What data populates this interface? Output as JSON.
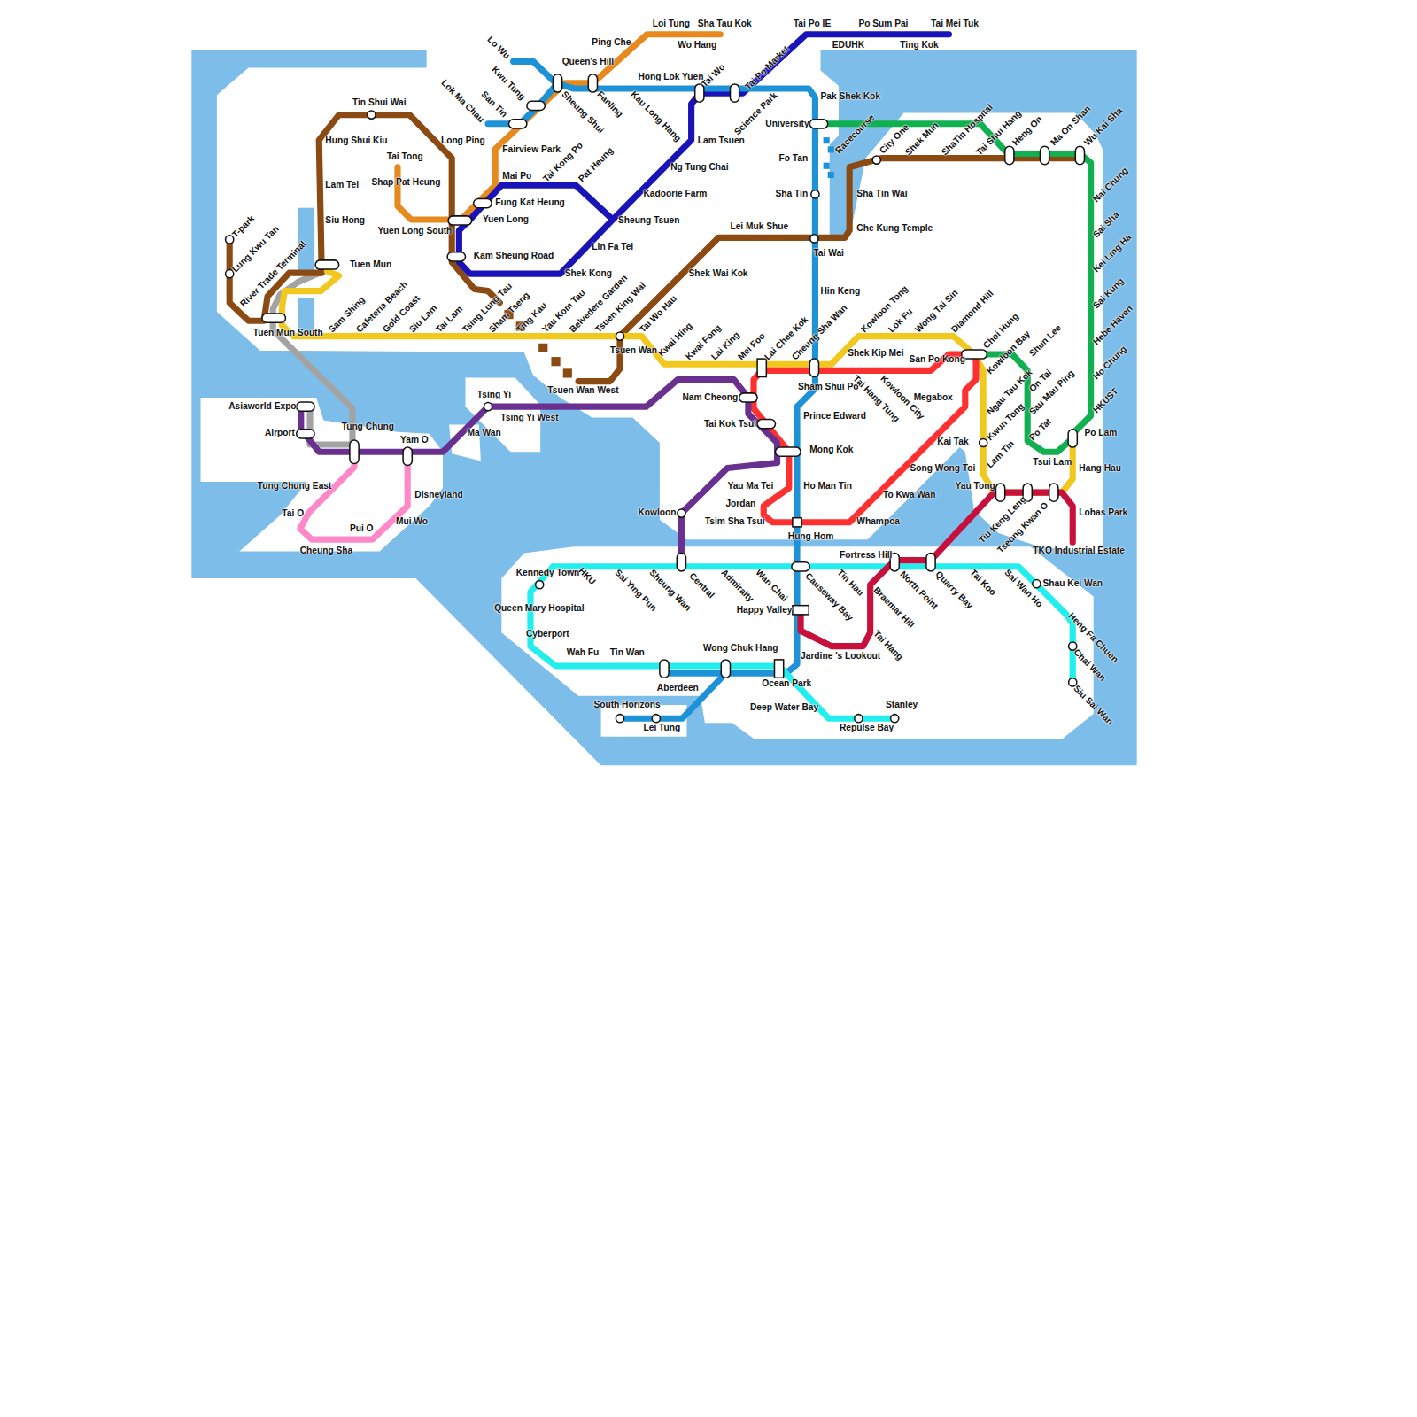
{
  "diagram": {
    "labels": [
      "Tin Shui Wai",
      "Hung Shui Kiu",
      "Lam Tei",
      "Siu Hong",
      "Long Ping",
      "Tai Tong",
      "Shap Pat Heung",
      "Yuen Long South",
      "Tuen Mun",
      "Tuen Mun South",
      "Tsuen Wan West",
      "Tsuen Wan",
      "Lei Muk Shue",
      "Shek Wai Kok",
      "Tai Wai",
      "Sha Tin Wai",
      "Che Kung Temple",
      "Sha Tin",
      "Fo Tan",
      "University",
      "Pak Shek Kok",
      "Tai Po IE",
      "EDUHK",
      "Po Sum Pai",
      "Ting Kok",
      "Tai Mei Tuk",
      "Loi Tung",
      "Sha Tau Kok",
      "Wo Hang",
      "Ping Che",
      "Queen's Hill",
      "Hong Lok Yuen",
      "Lam Tsuen",
      "Ng Tung Chai",
      "Kadoorie Farm",
      "Sheung Tsuen",
      "Lin Fa Tei",
      "Shek Kong",
      "Kam Sheung Road",
      "Yuen Long",
      "Fung Kat Heung",
      "Mai Po",
      "Fairview Park",
      "Tsing Yi",
      "Tsing Yi West",
      "Ma Wan",
      "Asiaworld Expo",
      "Airport",
      "Tung Chung",
      "Yam O",
      "Tung Chung East",
      "Disneyland",
      "Tai O",
      "Mui Wo",
      "Pui O",
      "Cheung Sha",
      "Nam Cheong",
      "Tai Kok Tsui",
      "Mong Kok",
      "Kowloon",
      "Yau Ma Tei",
      "Jordan",
      "Tsim Sha Tsui",
      "Prince Edward",
      "Ho Man Tin",
      "Hung Hom",
      "Whampoa",
      "To Kwa Wan",
      "Song Wong Toi",
      "Kai Tak",
      "Megabox",
      "San Po Kong",
      "Shek Kip Mei",
      "Sham Shui Po",
      "Yau Tong",
      "Tsui Lam",
      "Po Lam",
      "Hang Hau",
      "Lohas Park",
      "TKO Industrial Estate",
      "Fortress Hill",
      "Kennedy Town",
      "Queen Mary Hospital",
      "Cyberport",
      "Wah Fu",
      "Tin Wan",
      "Wong Chuk Hang",
      "Aberdeen",
      "Ocean Park",
      "Happy Valley",
      "Jardine 's Lookout",
      "South Horizons",
      "Lei Tung",
      "Deep Water Bay",
      "Repulse Bay",
      "Stanley",
      "Shau Kei Wan",
      "Hin Keng",
      "T-park",
      "Lung Kwu Tan",
      "River Trade Terminal",
      "Sam Shing",
      "Cafeteria Beach",
      "Gold Coast",
      "Siu Lam",
      "Tai Lam",
      "Tsing Lung Tau",
      "Sham Tseng",
      "Ting Kau",
      "Yau Kom Tau",
      "Belvedere Garden",
      "Tsuen King Wai",
      "Tai Wo Hau",
      "Kwai Hing",
      "Kwai Fong",
      "Lai King",
      "Mei Foo",
      "Lai Chee Kok",
      "Cheung Sha Wan",
      "Kowloon Tong",
      "Lok Fu",
      "Wong Tai Sin",
      "Diamond Hill",
      "Choi Hung",
      "Kowloon Bay",
      "Ngau Tau Kok",
      "Kwun Tong",
      "Lam Tin",
      "Shun Lee",
      "On Tai",
      "Sau Mau Ping",
      "Po Tat",
      "Tiu Keng Leng",
      "Tseung Kwan O",
      "Nai Chung",
      "Sai Sha",
      "Kei Ling Ha",
      "Sai Kung",
      "Hebe Haven",
      "Ho Chung",
      "HKUST",
      "Wu Kai Sha",
      "Ma On Shan",
      "Heng On",
      "Tai Shui Hang",
      "ShaTin Hospital",
      "Shek Mun",
      "City One",
      "Racecourse",
      "Science Park",
      "Tai Po Market",
      "Tai Wo",
      "Tai Kong Po",
      "Pat Heung",
      "Lo Wu",
      "Kwu Tung",
      "San Tin",
      "Lok Ma Chau",
      "Sheung Shui",
      "Fanling",
      "Kau Long Hang",
      "Tai Hang Tung",
      "Kowloon City",
      "HKU",
      "Sai Ying Pun",
      "Sheung Wan",
      "Central",
      "Admiralty",
      "Wan Chai",
      "Causeway Bay",
      "Tin Hau",
      "Braemar Hill",
      "Tai Hang",
      "North Point",
      "Quarry Bay",
      "Tai Koo",
      "Sai Wan Ho",
      "Heng Fa Chuen",
      "Chai Wan",
      "Siu Sai Wan"
    ]
  }
}
